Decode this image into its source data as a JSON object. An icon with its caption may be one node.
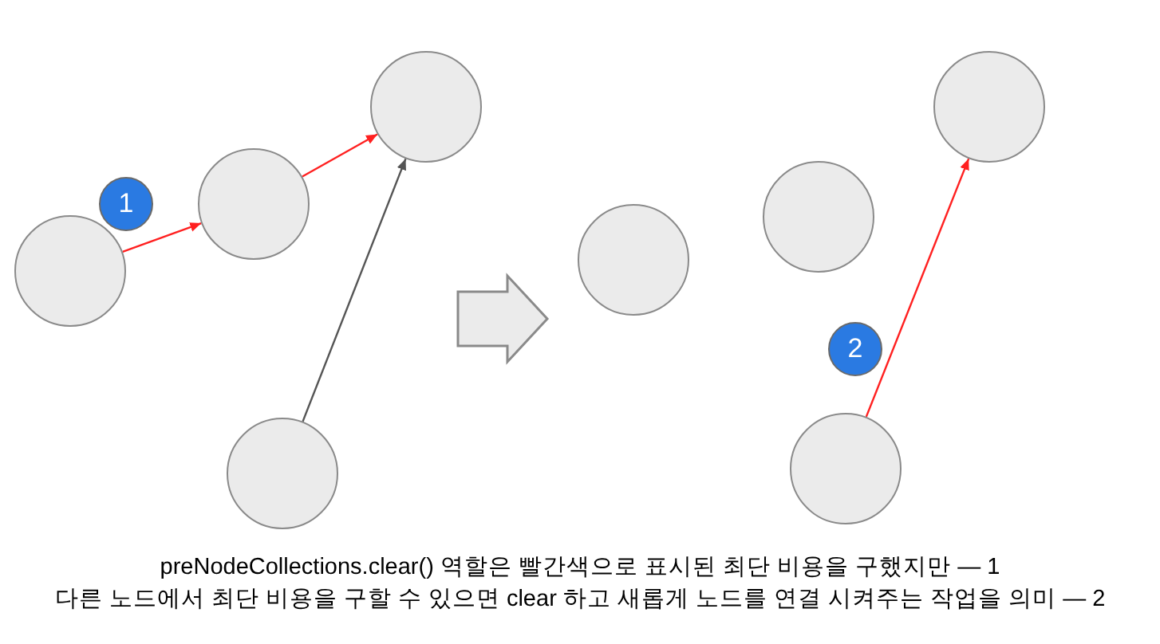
{
  "diagram": {
    "nodes": [
      {
        "text": [],
        "shape": "circle"
      },
      {
        "text": [
          "1"
        ]
      },
      {
        "text": [],
        "shape": "circle"
      },
      {
        "text": [],
        "shape": "circle"
      },
      {
        "text": [],
        "shape": "circle"
      },
      {
        "text": [],
        "shape": "circle"
      },
      {
        "text": [],
        "shape": "circle"
      },
      {
        "text": [
          "2"
        ]
      },
      {
        "text": [],
        "shape": "circle"
      },
      {
        "text": [],
        "shape": "circle"
      }
    ],
    "edges": [
      {
        "from": 0,
        "to": 2,
        "arrow": "to"
      },
      {
        "from": 2,
        "to": 3,
        "arrow": "to"
      },
      {
        "from": 4,
        "to": 3,
        "arrow": "to",
        "color": "#555555"
      },
      {
        "from": 9,
        "to": 8,
        "arrow": "to"
      }
    ],
    "labels": [
      "preNodeCollections.clear() 역할은 빨간색으로 표시된 최단 비용을 구했지만 — 1",
      "다른 노드에서 최단 비용을 구할 수 있으면 clear 하고 새롭게 노드를 연결 시켜주는 작업을 의미 — 2"
    ]
  }
}
